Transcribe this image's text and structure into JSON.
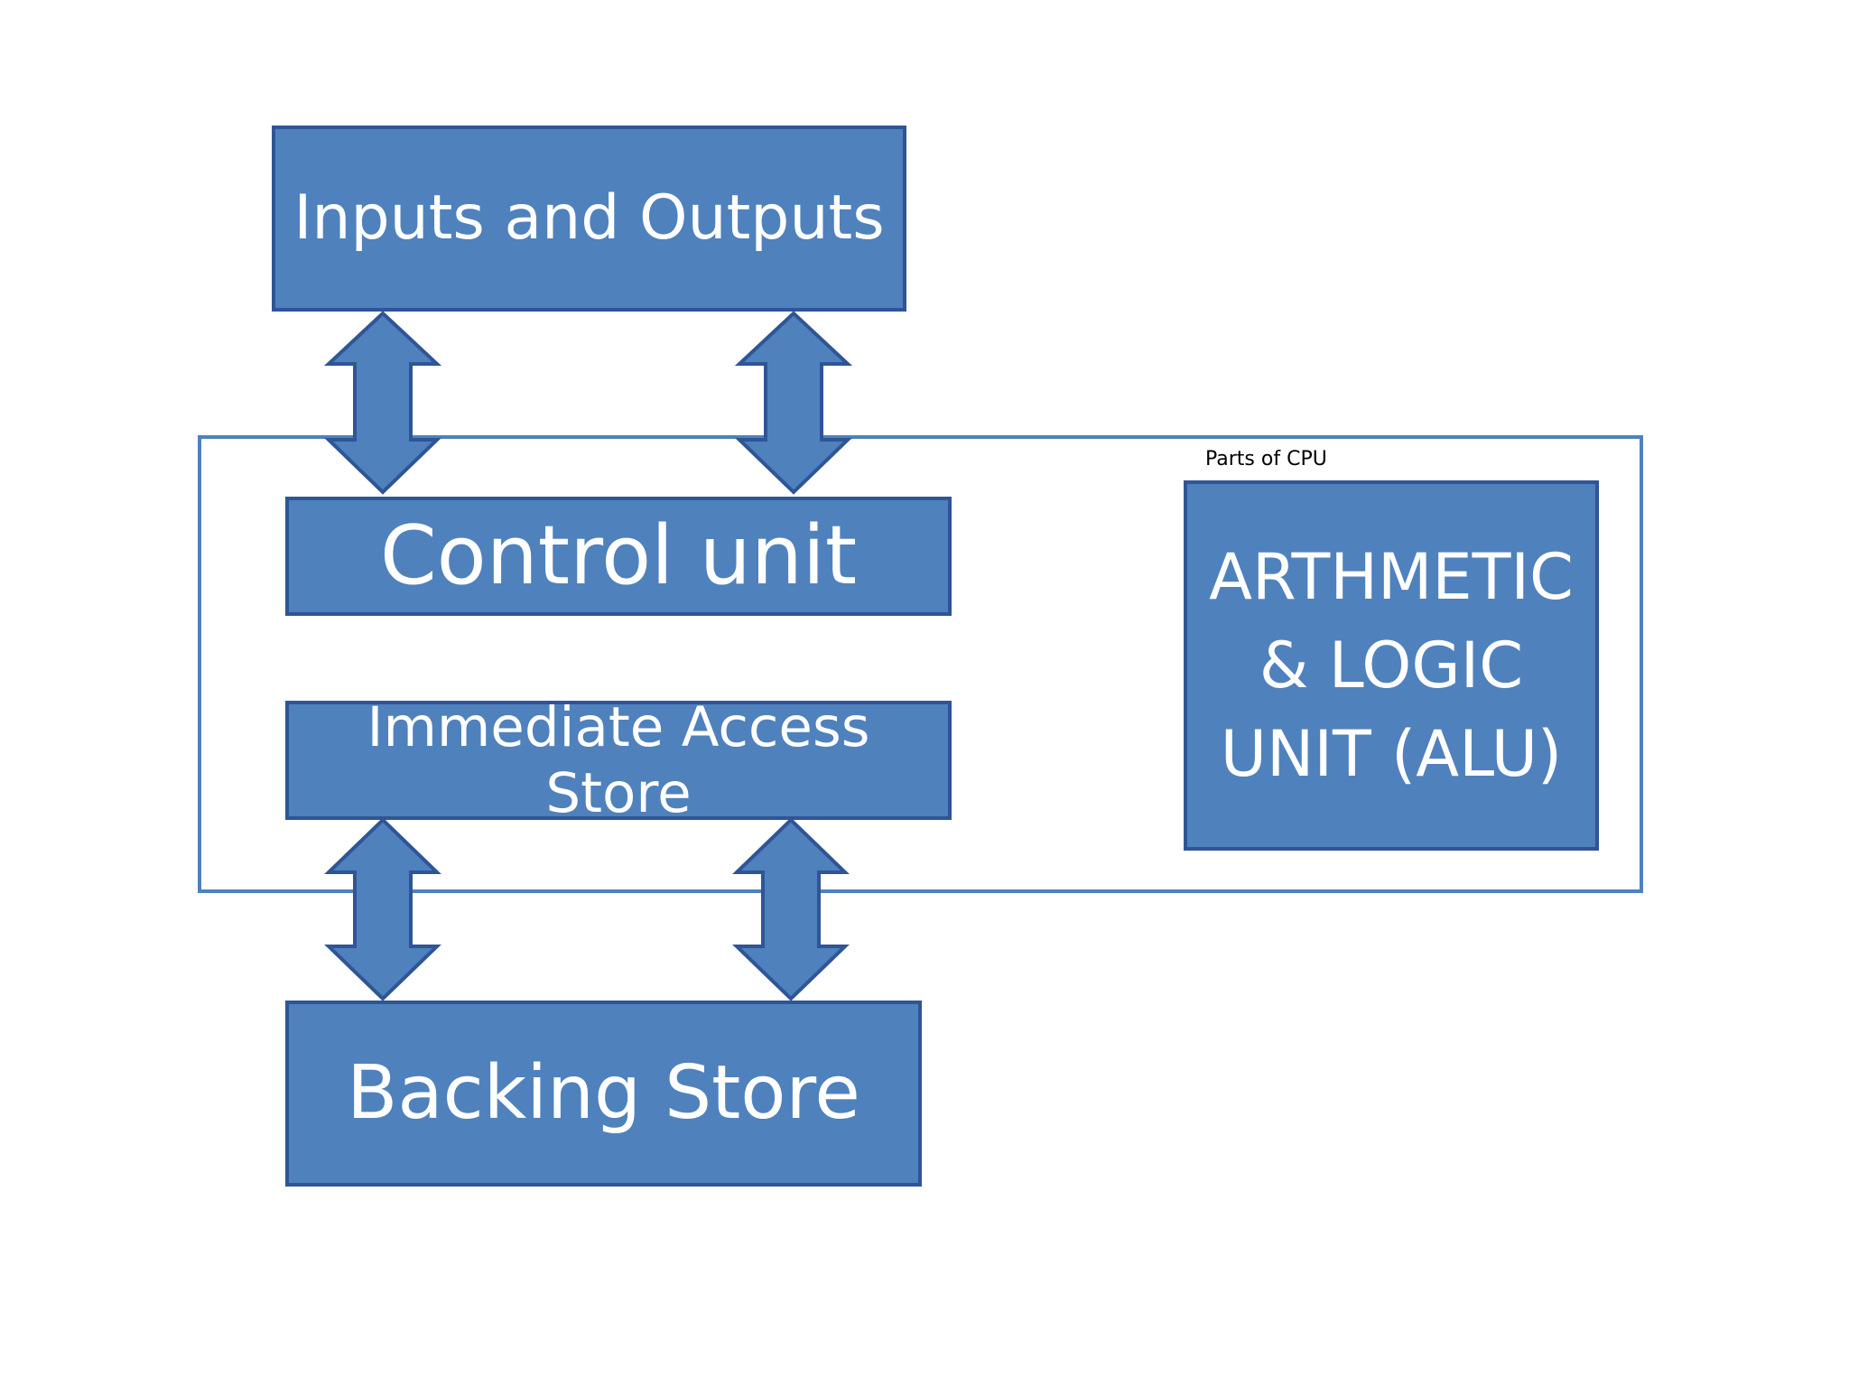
{
  "cpu_group": {
    "label": "Parts of CPU"
  },
  "boxes": {
    "inputs_outputs": "Inputs and Outputs",
    "control_unit": "Control unit",
    "immediate_access_store": "Immediate Access Store",
    "backing_store": "Backing Store",
    "alu": [
      "ARTHMETIC",
      "& LOGIC",
      "UNIT (ALU)"
    ]
  },
  "colors": {
    "box_fill": "#4f81bd",
    "box_border": "#2f5597",
    "box_text": "#ffffff",
    "frame_border": "#4f81bd",
    "label_text": "#000000"
  }
}
